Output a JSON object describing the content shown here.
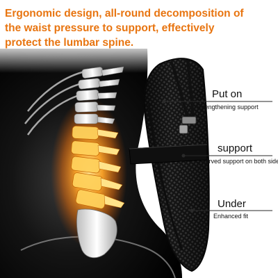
{
  "headline": [
    "Ergonomic design, all-round decomposition of",
    "the waist pressure to support, effectively",
    "protect the lumbar spine."
  ],
  "colors": {
    "headline": "#e87511",
    "glow": "#ffa528",
    "bone": "#f2f2f2",
    "backdrop": "#000000",
    "mesh": "#1c1c1c",
    "text": "#111111"
  },
  "callouts": [
    {
      "title": "Put on",
      "subtitle": "Strengthening support"
    },
    {
      "title": "support",
      "subtitle": "Curved support on both side"
    },
    {
      "title": "Under",
      "subtitle": "Enhanced fit"
    }
  ]
}
